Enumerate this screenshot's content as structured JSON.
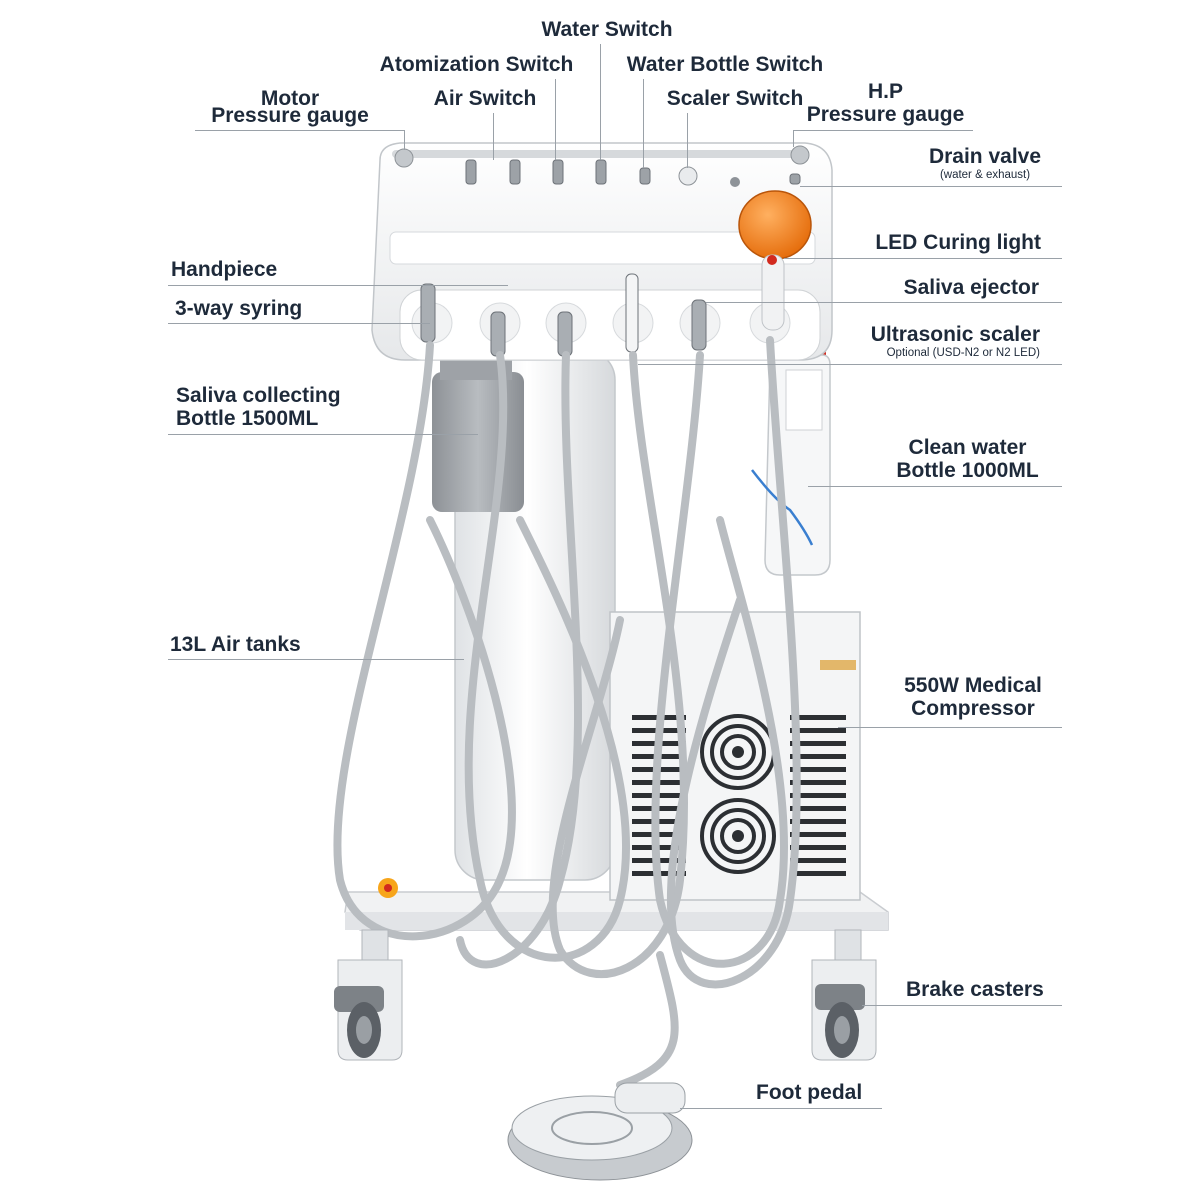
{
  "labels": {
    "water_switch": "Water Switch",
    "atomization_switch": "Atomization Switch",
    "water_bottle_switch": "Water Bottle Switch",
    "motor_pressure_1": "Motor",
    "motor_pressure_2": "Pressure gauge",
    "air_switch": "Air Switch",
    "scaler_switch": "Scaler Switch",
    "hp_pressure_1": "H.P",
    "hp_pressure_2": "Pressure gauge",
    "drain_valve": "Drain valve",
    "drain_valve_sub": "(water & exhaust)",
    "led_curing_light": "LED Curing light",
    "handpiece": "Handpiece",
    "three_way_syringe": "3-way syring",
    "saliva_ejector": "Saliva ejector",
    "ultrasonic_scaler": "Ultrasonic scaler",
    "ultrasonic_scaler_sub": "Optional (USD-N2 or N2 LED)",
    "saliva_bottle_1": "Saliva collecting",
    "saliva_bottle_2": "Bottle 1500ML",
    "clean_water_1": "Clean water",
    "clean_water_2": "Bottle 1000ML",
    "air_tanks": "13L Air tanks",
    "compressor_1": "550W Medical",
    "compressor_2": "Compressor",
    "brake_casters": "Brake casters",
    "foot_pedal": "Foot pedal"
  },
  "colors": {
    "label_text": "#1e2a3a",
    "leader_line": "#9aa1a8",
    "body_white": "#f3f4f5",
    "hose_gray": "#b9bdc1",
    "curing_orange": "#f07a10",
    "bottle_blue": "#3a7fd0",
    "red_accent": "#d22a1e",
    "grille_dark": "#2c2f33"
  }
}
